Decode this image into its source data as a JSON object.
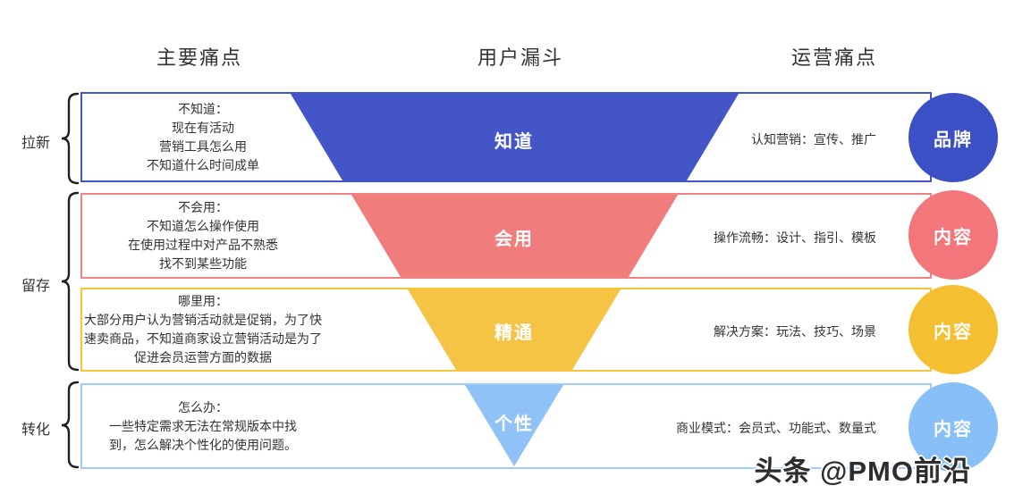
{
  "headers": [
    "主要痛点",
    "用户漏斗",
    "运营痛点"
  ],
  "groups": [
    {
      "label": "拉新"
    },
    {
      "label": "留存"
    },
    {
      "label": "转化"
    }
  ],
  "rows": [
    {
      "pain_lines": [
        "不知道：",
        "现在有活动",
        "营销工具怎么用",
        "不知道什么时间成单"
      ],
      "funnel_label": "知道",
      "funnel_color": "#4355C7",
      "border_color": "#4356C9",
      "ops_text": "认知营销：宣传、推广",
      "circle_label": "品牌",
      "circle_color": "#3C50C6"
    },
    {
      "pain_lines": [
        "不会用：",
        "不知道怎么操作使用",
        "在使用过程中对产品不熟悉",
        "找不到某些功能"
      ],
      "funnel_label": "会用",
      "funnel_color": "#F07C7C",
      "border_color": "#F28081",
      "ops_text": "操作流畅：设计、指引、模板",
      "circle_label": "内容",
      "circle_color": "#F2767A"
    },
    {
      "pain_lines": [
        "哪里用：",
        "大部分用户认为营销活动就是促销，为了快",
        "速卖商品，不知道商家设立营销活动是为了",
        "促进会员运营方面的数据"
      ],
      "funnel_label": "精通",
      "funnel_color": "#F6C445",
      "border_color": "#F9C43C",
      "ops_text": "解决方案：玩法、技巧、场景",
      "circle_label": "内容",
      "circle_color": "#F4C031"
    },
    {
      "pain_lines": [
        "怎么办：",
        "一些特定需求无法在常规版本中找",
        "到，怎么解决个性化的使用问题。"
      ],
      "funnel_label": "个性",
      "funnel_color": "#90C2F8",
      "border_color": "#A0CCFA",
      "ops_text": "商业模式：会员式、功能式、数量式",
      "circle_label": "内容",
      "circle_color": "#88BFF7"
    }
  ],
  "watermark": "头条 @PMO前沿"
}
